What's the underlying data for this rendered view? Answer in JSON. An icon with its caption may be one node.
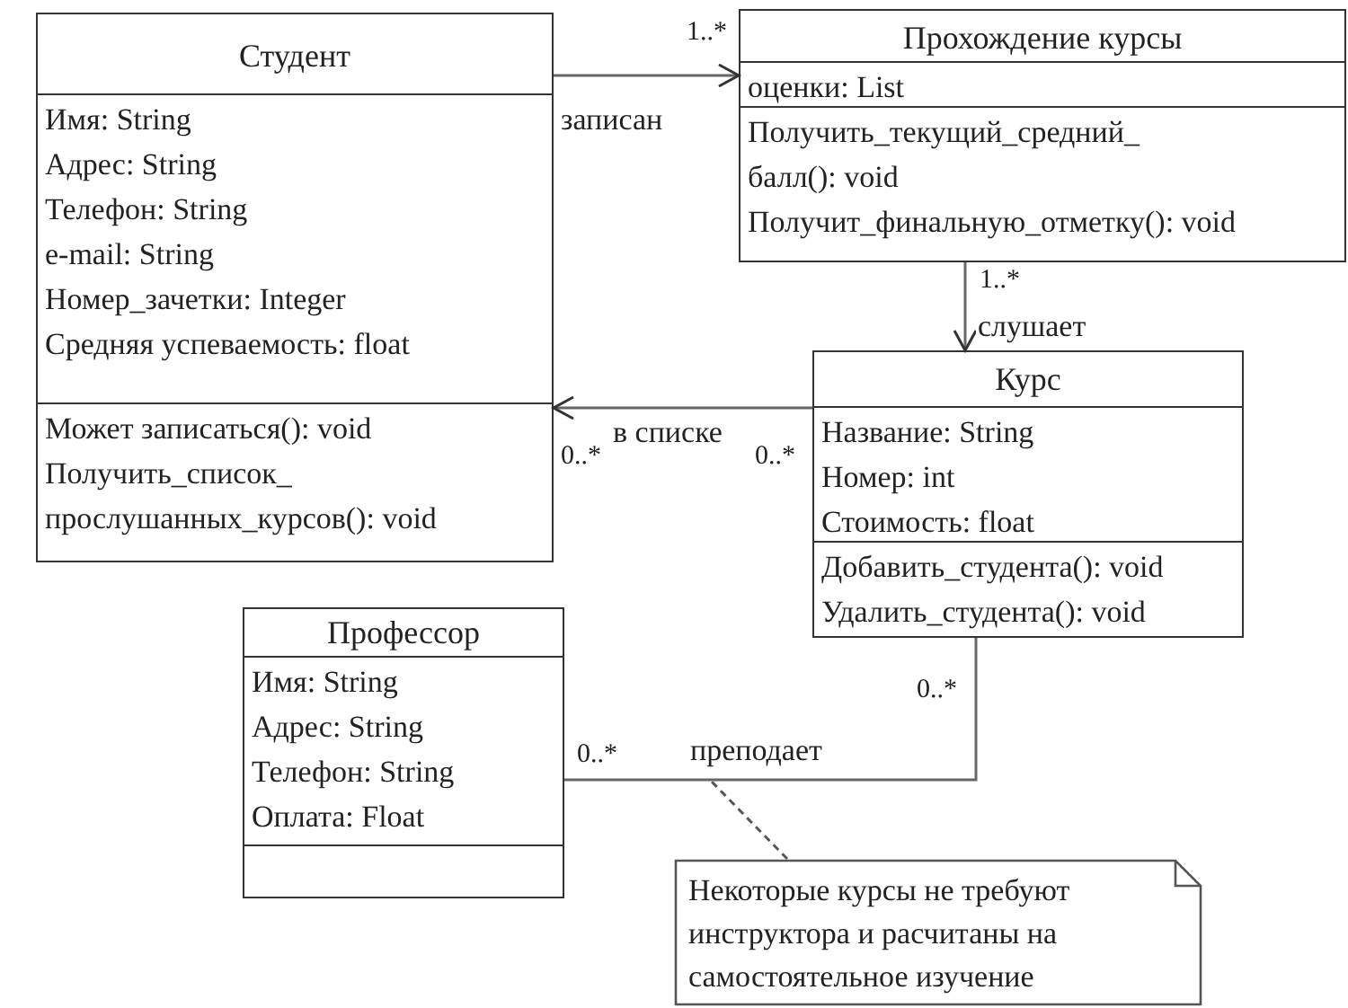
{
  "diagram": {
    "nodes": [
      {
        "text": [
          "Студент",
          "Имя: String",
          "Адрес: String",
          "Телефон: String",
          "e-mail: String",
          "Номер_зачетки: Integer",
          "Средняя успеваемость: float",
          "Может записаться(): void",
          "Получить_список_ прослушанных_курсов(): void"
        ]
      },
      {
        "text": [
          "Прохождение курсы",
          "оценки: List",
          "Получить_текущий_средний_ балл(): void",
          "Получит_финальную_отметку(): void"
        ]
      },
      {
        "text": [
          "Курс",
          "Название: String",
          "Номер: int",
          "Стоимость: float",
          "Добавить_студента(): void",
          "Удалить_студента(): void"
        ]
      },
      {
        "text": [
          "Профессор",
          "Имя: String",
          "Адрес: String",
          "Телефон: String",
          "Оплата: Float"
        ]
      },
      {
        "text": [
          "Некоторые курсы не требуют инструктора и расчитаны на самостоятельное изучение"
        ]
      }
    ],
    "edges": [
      {
        "from": 0,
        "to": 1,
        "arrow": "to",
        "label": "записан"
      },
      {
        "from": 1,
        "to": 2,
        "arrow": "to",
        "label": "слушает"
      },
      {
        "from": 2,
        "to": 0,
        "arrow": "to",
        "label": "в списке"
      },
      {
        "from": 3,
        "to": 2,
        "arrow": "none",
        "label": "преподает"
      },
      {
        "from": 4,
        "to": null,
        "arrow": "none",
        "style": "dashed"
      }
    ],
    "labels": [
      "1..*",
      "1..*",
      "0..*",
      "0..*",
      "0..*",
      "0..*"
    ]
  }
}
